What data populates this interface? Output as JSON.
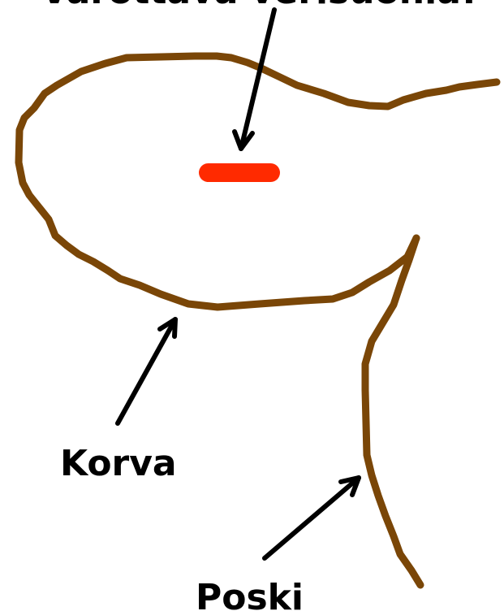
{
  "labels": {
    "top": "Varottava verisuonia!",
    "korva": "Korva",
    "poski": "Poski"
  },
  "colors": {
    "outline": "#7a4607",
    "marker": "#ff2a00",
    "arrow": "#000000",
    "background": "#ffffff"
  }
}
